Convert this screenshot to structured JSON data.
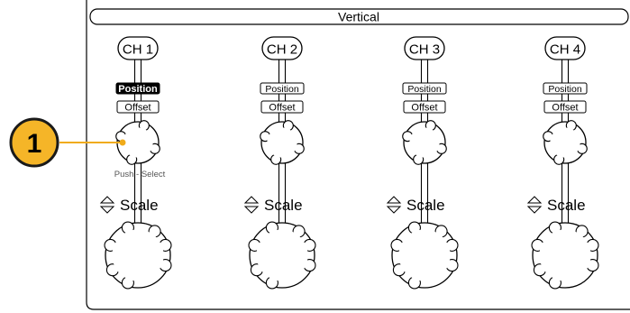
{
  "section_label": "Vertical",
  "callout": "1",
  "accent_color": "#f5b528",
  "knob_style": {
    "ring_color": "#000000",
    "fill_color": "#ffffff",
    "highlight_fill": "#000000",
    "highlight_text": "#ffffff"
  },
  "channels": [
    {
      "label": "CH 1",
      "position_label": "Position",
      "offset_label": "Offset",
      "push_label": "Push - Select",
      "scale_label": "Scale",
      "position_highlighted": true
    },
    {
      "label": "CH 2",
      "position_label": "Position",
      "offset_label": "Offset",
      "push_label": "",
      "scale_label": "Scale",
      "position_highlighted": false
    },
    {
      "label": "CH 3",
      "position_label": "Position",
      "offset_label": "Offset",
      "push_label": "",
      "scale_label": "Scale",
      "position_highlighted": false
    },
    {
      "label": "CH 4",
      "position_label": "Position",
      "offset_label": "Offset",
      "push_label": "",
      "scale_label": "Scale",
      "position_highlighted": false
    }
  ]
}
